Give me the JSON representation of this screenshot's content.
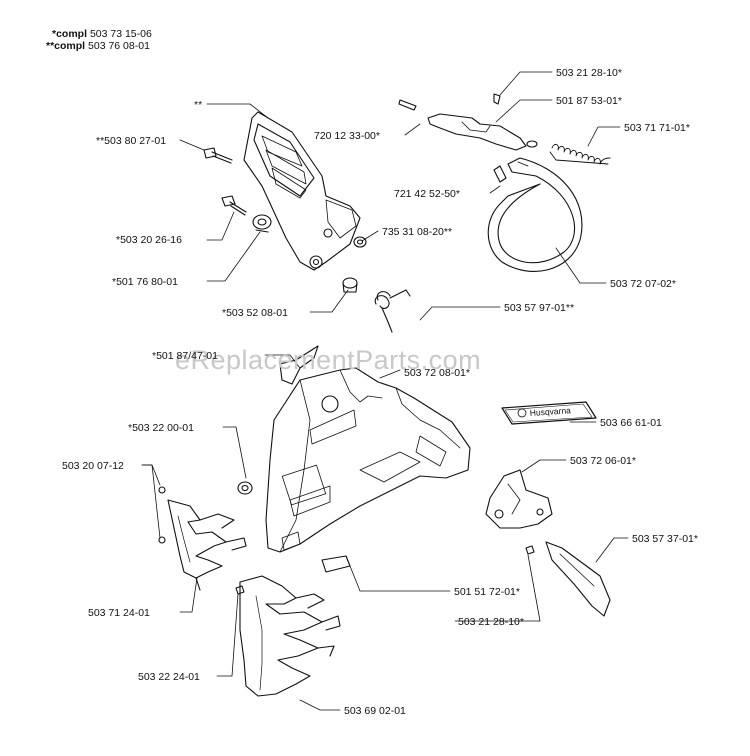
{
  "header": {
    "line1_prefix": "*compl",
    "line1_number": "503 73 15-06",
    "line2_prefix": "**compl",
    "line2_number": "503 76 08-01"
  },
  "watermark": "eReplacementParts.com",
  "brand_decal": "Husqvarna",
  "labels": {
    "guard_assembly": "**",
    "p_50380270": "**503 80 27-01",
    "p_50320261": "*503 20 26-16",
    "p_50176800": "*501 76 80-01",
    "p_50352080": "*503 52 08-01",
    "p_73531082": "735 31 08-20**",
    "p_72012330": "720 12 33-00*",
    "p_50321281a": "503 21 28-10*",
    "p_50187530": "501 87 53-01*",
    "p_50371710": "503 71 71-01*",
    "p_72142525": "721 42 52-50*",
    "p_50372070": "503 72 07-02*",
    "p_50357970": "503 57 97-01**",
    "p_50187470": "*501 87/47-01",
    "p_50372080": "503 72 08-01*",
    "p_50366610": "503 66 61-01",
    "p_50322000": "*503 22 00-01",
    "p_50320071": "503 20 07-12",
    "p_50372060": "503 72 06-01*",
    "p_50357370": "503 57 37-01*",
    "p_50151720": "501 51 72-01*",
    "p_50321281b": "503 21 28-10*",
    "p_50371240": "503 71 24-01",
    "p_50322240": "503 22 24-01",
    "p_50369020": "503 69 02-01"
  }
}
